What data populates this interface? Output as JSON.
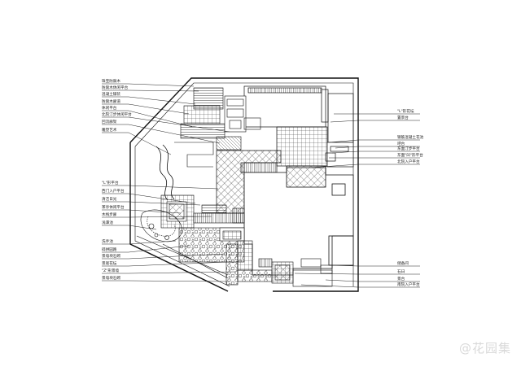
{
  "plan": {
    "left_labels": [
      "珠宝防腐木",
      "防腐木休闲平台",
      "混凝土铺装",
      "防腐木廊道",
      "休闲平台",
      "北院汀步休闲平台",
      "回流廊架",
      "雕塑艺术",
      "\"L\"形平台",
      "西门入户平台",
      "清洁日光",
      "茶亭休闲平台",
      "木栈步廊",
      "浅潭池",
      "洗手池",
      "碎拼园路",
      "景墙块石砌",
      "景观花坛",
      "\"Z\"形景墙",
      "景墙块石砌"
    ],
    "right_labels": [
      "\"L\"形花坛",
      "置景台",
      "钢筋混凝土花池",
      "吧台",
      "东面汀步平台",
      "东面\"凹\"形平台",
      "北院入户平台",
      "储备间",
      "石臼",
      "景台",
      "南院入户平台"
    ]
  },
  "watermark": "@花园集"
}
